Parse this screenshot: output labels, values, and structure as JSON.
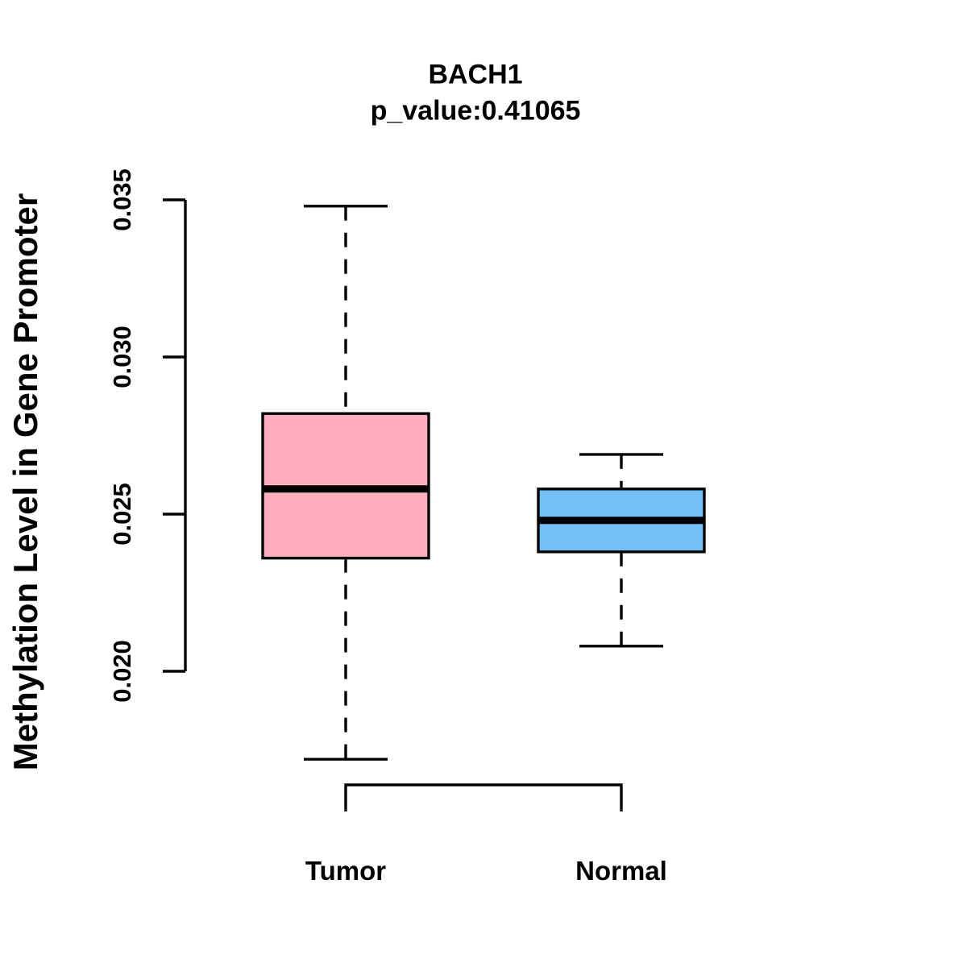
{
  "chart_data": {
    "type": "boxplot",
    "title": "BACH1",
    "subtitle": "p_value:0.41065",
    "ylabel": "Methylation Level in Gene Promoter",
    "categories": [
      "Tumor",
      "Normal"
    ],
    "y_ticks": [
      0.02,
      0.025,
      0.03,
      0.035
    ],
    "y_tick_labels": [
      "0.020",
      "0.025",
      "0.030",
      "0.035"
    ],
    "y_axis_range": [
      0.02,
      0.035
    ],
    "grid": "off",
    "legend": "none",
    "series": [
      {
        "name": "Tumor",
        "box_color": "#FFAEC0",
        "whisker_low": 0.0172,
        "q1": 0.0236,
        "median": 0.0258,
        "q3": 0.0282,
        "whisker_high": 0.0348
      },
      {
        "name": "Normal",
        "box_color": "#74BFF7",
        "whisker_low": 0.0208,
        "q1": 0.0238,
        "median": 0.0248,
        "q3": 0.0258,
        "whisker_high": 0.0269
      }
    ],
    "line_color": "#000000",
    "background_color": "#FFFFFF"
  }
}
